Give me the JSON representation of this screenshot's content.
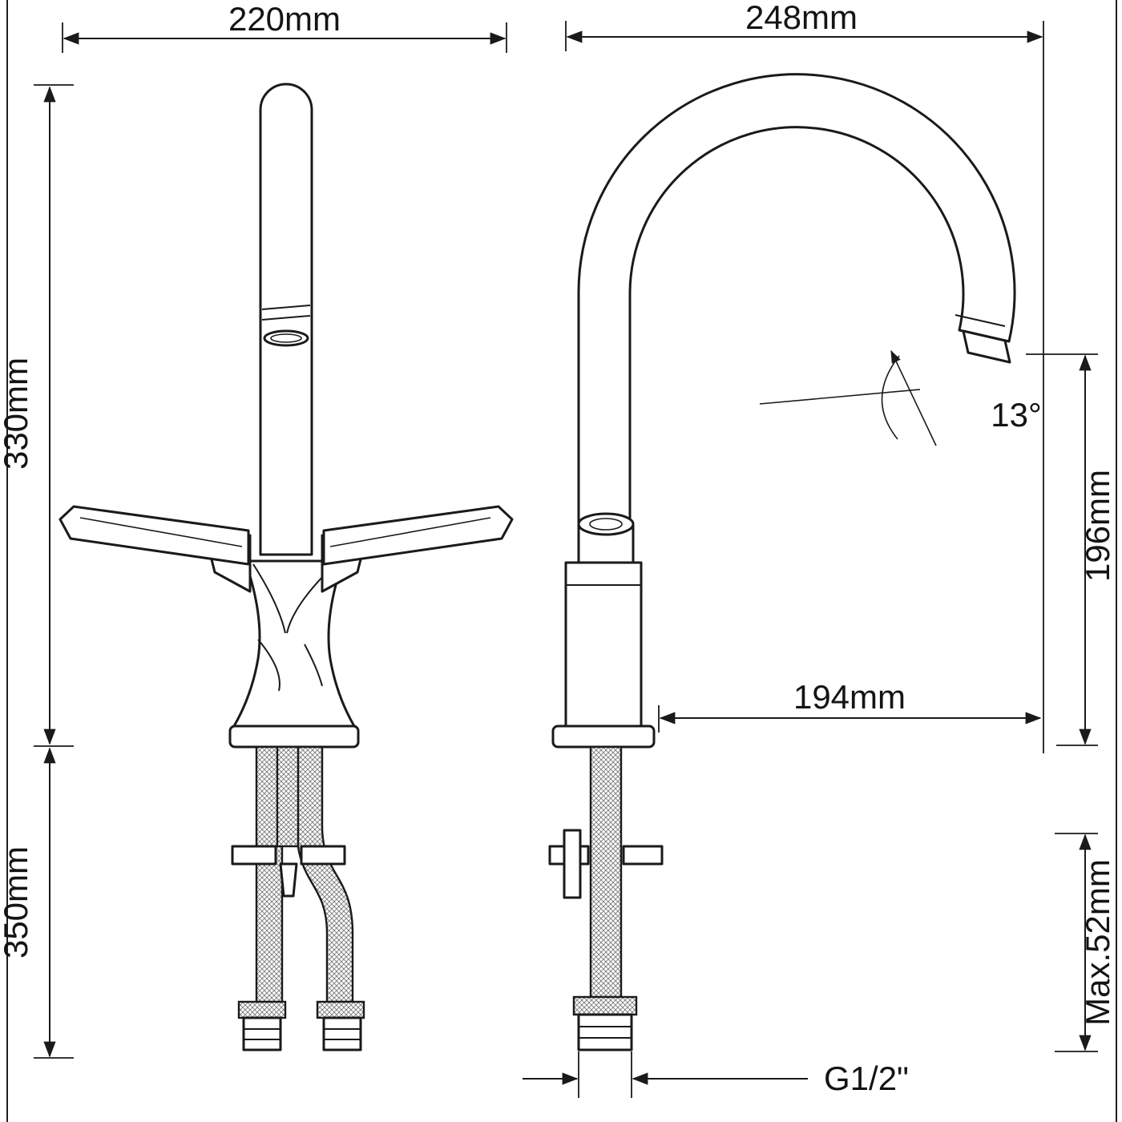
{
  "drawing": {
    "type": "technical-dimension-drawing",
    "subject": "kitchen mixer tap, front and side views",
    "background_color": "#ffffff",
    "line_color": "#1a1a1a"
  },
  "dims": {
    "front_width": "220mm",
    "side_width": "248mm",
    "height_top": "330mm",
    "height_bottom": "350mm",
    "angle": "13°",
    "spout_height": "196mm",
    "reach": "194mm",
    "max_thickness": "Max.52mm",
    "thread": "G1/2\""
  }
}
